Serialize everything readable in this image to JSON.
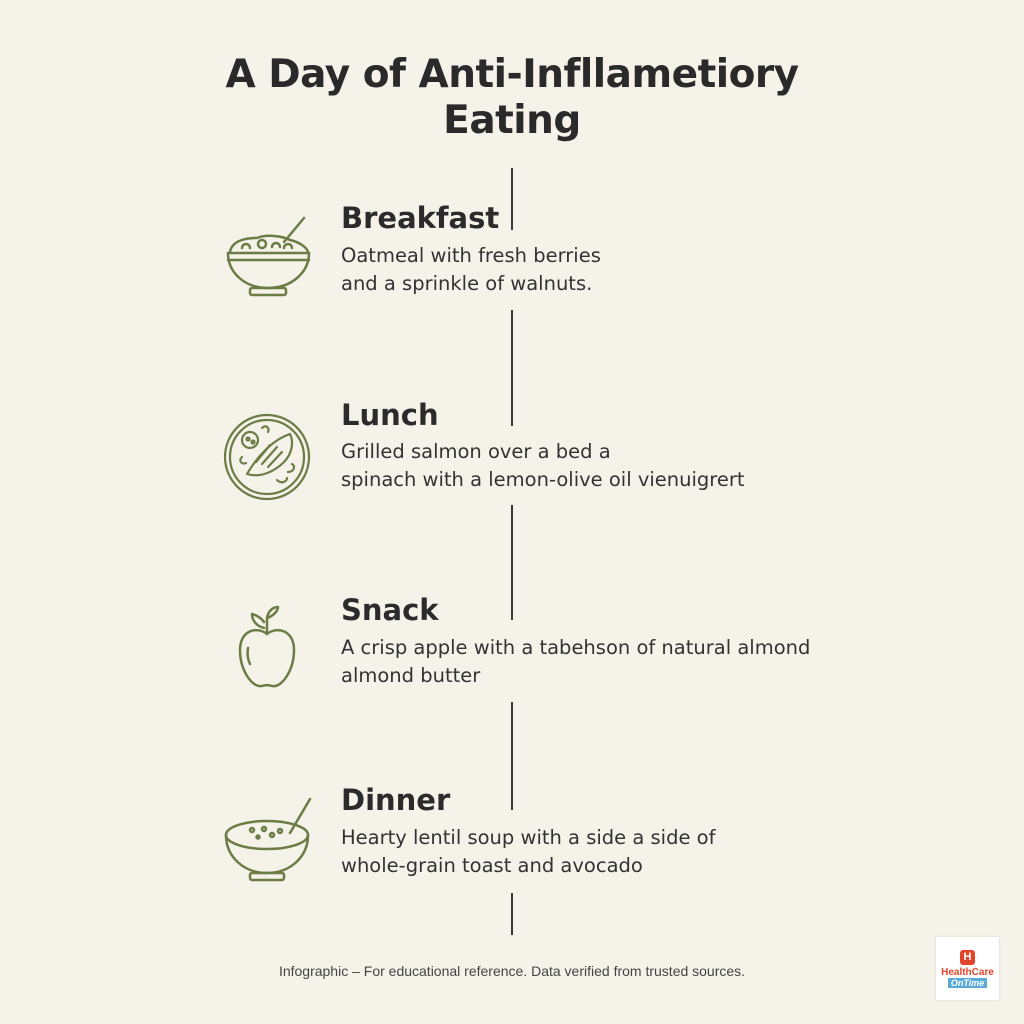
{
  "title": {
    "line1": "A Day of Anti-Infllametiory",
    "line2": "Eating"
  },
  "colors": {
    "background": "#f5f2ea",
    "icon_stroke": "#6b7d45",
    "text": "#2b2b2b",
    "timeline": "#3a3a3a"
  },
  "meals": [
    {
      "title": "Breakfast",
      "icon": "porridge-bowl-icon",
      "desc": "Oatmeal with fresh berries\nand a sprinkle of walnuts."
    },
    {
      "title": "Lunch",
      "icon": "salmon-plate-icon",
      "desc": "Grilled salmon over a bed a\nspinach with a lemon-olive oil vienuigrert"
    },
    {
      "title": "Snack",
      "icon": "apple-icon",
      "desc": "A crisp apple with a tabehson of natural almond\nalmond butter"
    },
    {
      "title": "Dinner",
      "icon": "soup-bowl-icon",
      "desc": "Hearty lentil soup with a side a side of\nwhole-grain toast and avocado"
    }
  ],
  "footer": "Infographic – For educational reference. Data verified from trusted sources.",
  "logo": {
    "mark": "H",
    "name": "HealthCare",
    "tagline": "OnTime"
  }
}
